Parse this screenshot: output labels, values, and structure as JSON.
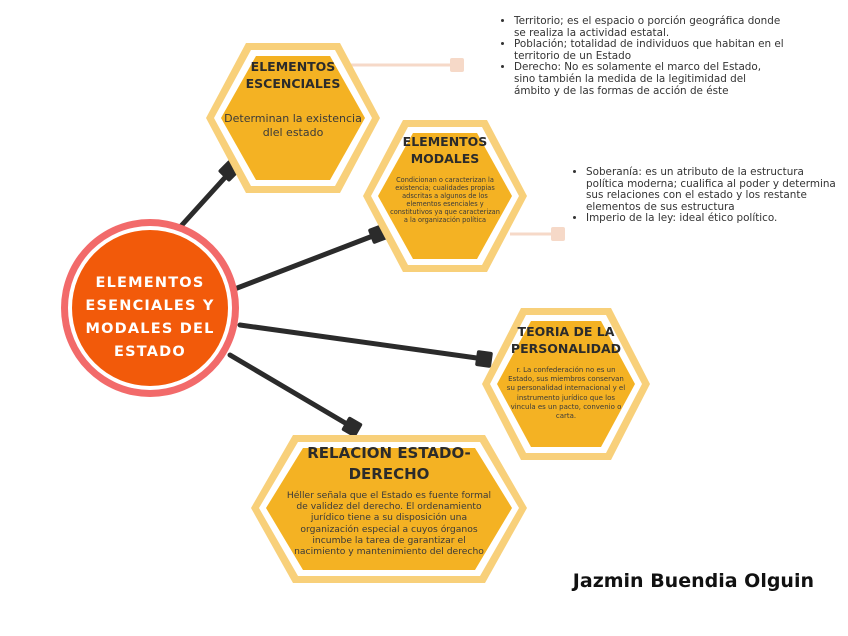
{
  "center": {
    "title": "ELEMENTOS ESENCIALES Y MODALES DEL ESTADO"
  },
  "nodes": {
    "esenciales": {
      "title": "ELEMENTOS ESCENCIALES",
      "body": "Determinan la existencia dlel estado"
    },
    "modales": {
      "title": "ELEMENTOS MODALES",
      "body": "Condicionan o caracterizan la existencia; cualidades propias adscritas a algunos de los elementos esenciales y constitutivos ya que caracterizan a la organización política"
    },
    "personalidad": {
      "title": "TEORIA DE LA PERSONALIDAD",
      "body": "r. La confederación no es un Estado, sus miembros conservan su personalidad internacional y el instrumento jurídico que los vincula es un pacto, convenio o carta."
    },
    "relacion": {
      "title": "RELACION ESTADO-DERECHO",
      "body": "Héller señala que el Estado es fuente formal de validez del derecho. El ordenamiento jurídico tiene a su disposición una organización especial a cuyos órganos incumbe la tarea de garantizar el nacimiento y mantenimiento del derecho"
    }
  },
  "notes": {
    "esenciales": [
      "Territorio; es el espacio o porción geográfica donde se realiza la actividad estatal.",
      "Población;  totalidad de individuos que habitan en el territorio de un Estado",
      "Derecho: No es solamente el marco del Estado, sino también la medida de la legitimidad del ámbito y de las formas de acción de éste"
    ],
    "modales": [
      "Soberanía: es un atributo de la estructura política moderna; cualifica al poder y determina sus relaciones con el estado y los restante elementos de sus estructura",
      "Imperio de la ley: ideal ético político."
    ]
  },
  "author": "Jazmin Buendia Olguin",
  "colors": {
    "hex_fill": "#F4B223",
    "hex_ring": "#F8D07A",
    "center_fill": "#F25A0A",
    "center_ring": "#F26A6A",
    "connector": "#2b2b2b",
    "note_line": "#F6D9C8"
  }
}
